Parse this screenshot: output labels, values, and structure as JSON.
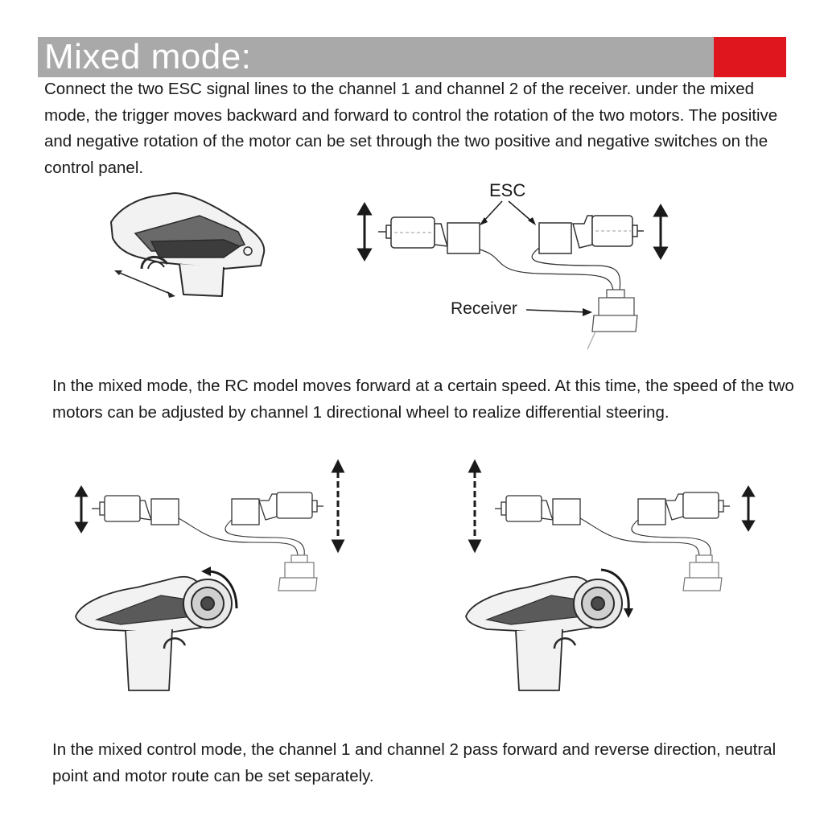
{
  "header": {
    "title": "Mixed mode:",
    "bar_color": "#a9a9a9",
    "accent_color": "#e0161e"
  },
  "paragraphs": {
    "p1": "Connect the two ESC signal lines to the channel 1 and channel 2 of the receiver. under the mixed mode, the trigger moves backward and forward to control the rotation of the two motors. The positive and negative rotation of the motor can be set through the two positive and negative switches on the control panel.",
    "p2": "In the mixed mode, the RC model moves forward at a certain speed. At this time, the speed of the two motors can be adjusted by channel 1 directional wheel to realize differential steering.",
    "p3": "In the mixed control mode, the channel 1 and channel 2 pass forward and reverse direction, neutral point and motor route can be set separately."
  },
  "diagram": {
    "esc_label": "ESC",
    "receiver_label": "Receiver"
  },
  "icons": [
    "transmitter-trigger-illustration",
    "motor-icon",
    "esc-box-icon",
    "receiver-icon",
    "double-arrow-icon",
    "steering-wheel-rotation-arrow-icon"
  ]
}
